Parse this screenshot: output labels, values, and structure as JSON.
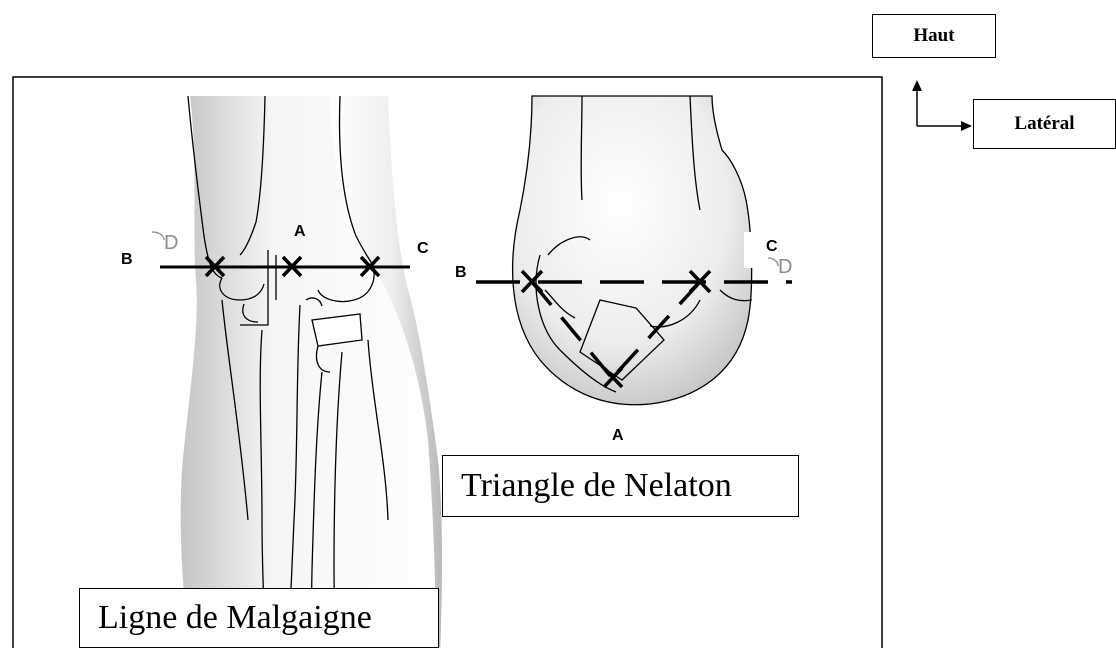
{
  "orientation": {
    "up_label": "Haut",
    "lateral_label": "Latéral"
  },
  "left_figure": {
    "caption": "Ligne de Malgaigne",
    "point_a": "A",
    "point_b": "B",
    "point_c": "C",
    "marker_text": "D"
  },
  "right_figure": {
    "caption": "Triangle de Nelaton",
    "point_a": "A",
    "point_b": "B",
    "point_c": "C",
    "marker_text": "D"
  },
  "colors": {
    "line": "#000000",
    "shade_dark": "#bdbdbd",
    "shade_light": "#f7f7f7",
    "marker_gray": "#8a8a8a"
  }
}
